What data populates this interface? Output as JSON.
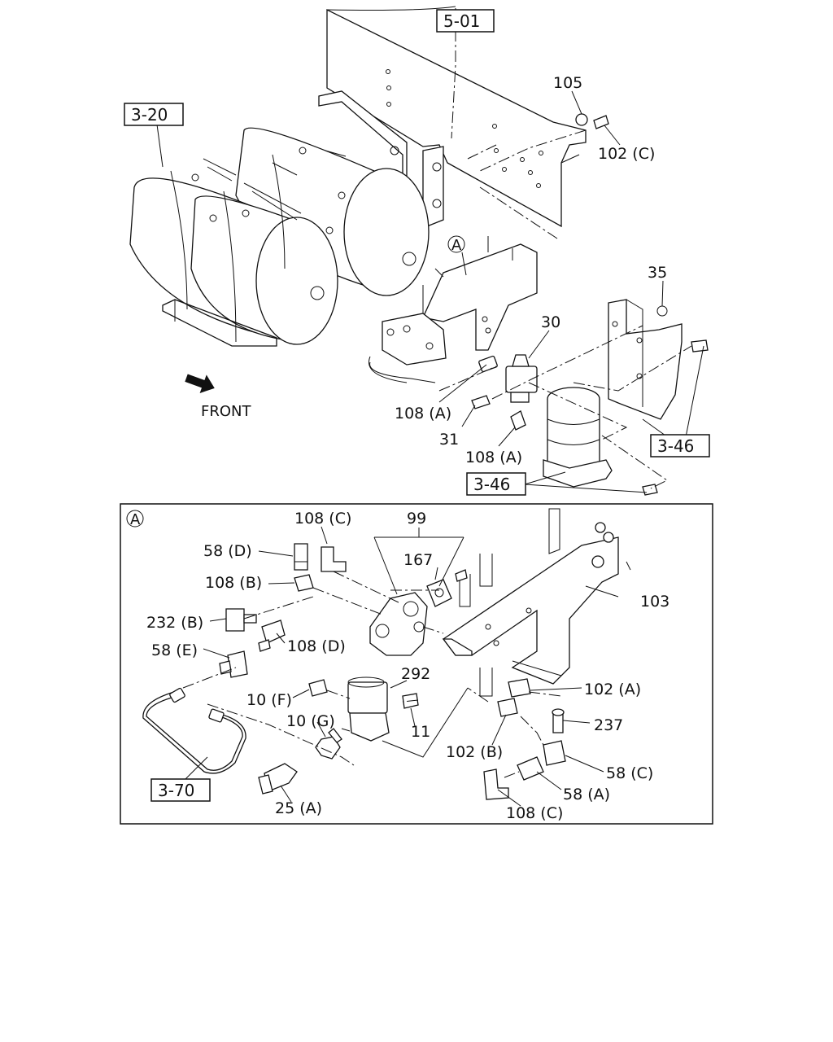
{
  "diagram": {
    "ref_boxes": {
      "r501": "5-01",
      "r320": "3-20",
      "r346a": "3-46",
      "r346b": "3-46",
      "r370": "3-70"
    },
    "labels": {
      "n105": "105",
      "n102c": "102 (C)",
      "nA": "A",
      "n35": "35",
      "n30": "30",
      "front": "FRONT",
      "n108a1": "108 (A)",
      "n31": "31",
      "n108a2": "108 (A)",
      "detail_A": "A",
      "n108c1": "108 (C)",
      "n99": "99",
      "n58d": "58 (D)",
      "n167": "167",
      "n108b": "108 (B)",
      "n103": "103",
      "n232b": "232 (B)",
      "n108d": "108 (D)",
      "n58e": "58 (E)",
      "n292": "292",
      "n102a": "102 (A)",
      "n10f": "10 (F)",
      "n10g": "10 (G)",
      "n11": "11",
      "n237": "237",
      "n102b": "102 (B)",
      "n58c": "58 (C)",
      "n58a": "58 (A)",
      "n108c2": "108 (C)",
      "n25a": "25 (A)"
    },
    "icons": [
      "front-arrow-icon",
      "air-tank-icon",
      "air-dryer-icon",
      "bracket-icon",
      "valve-icon",
      "fitting-icon",
      "bolt-icon"
    ]
  }
}
